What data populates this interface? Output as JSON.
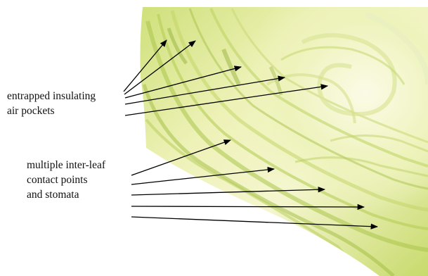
{
  "annotations": {
    "air_pockets": {
      "lines": [
        "entrapped insulating",
        "air pockets"
      ]
    },
    "contact_points": {
      "lines": [
        "multiple inter-leaf",
        "contact points",
        "and stomata"
      ]
    }
  },
  "colors": {
    "leaf_light": "#f3f5c4",
    "leaf_mid": "#dfe88e",
    "leaf_green": "#b9d159",
    "leaf_dark": "#8fb03a",
    "arrow": "#000000",
    "background": "#ffffff"
  },
  "subject": "lettuce-cross-section"
}
